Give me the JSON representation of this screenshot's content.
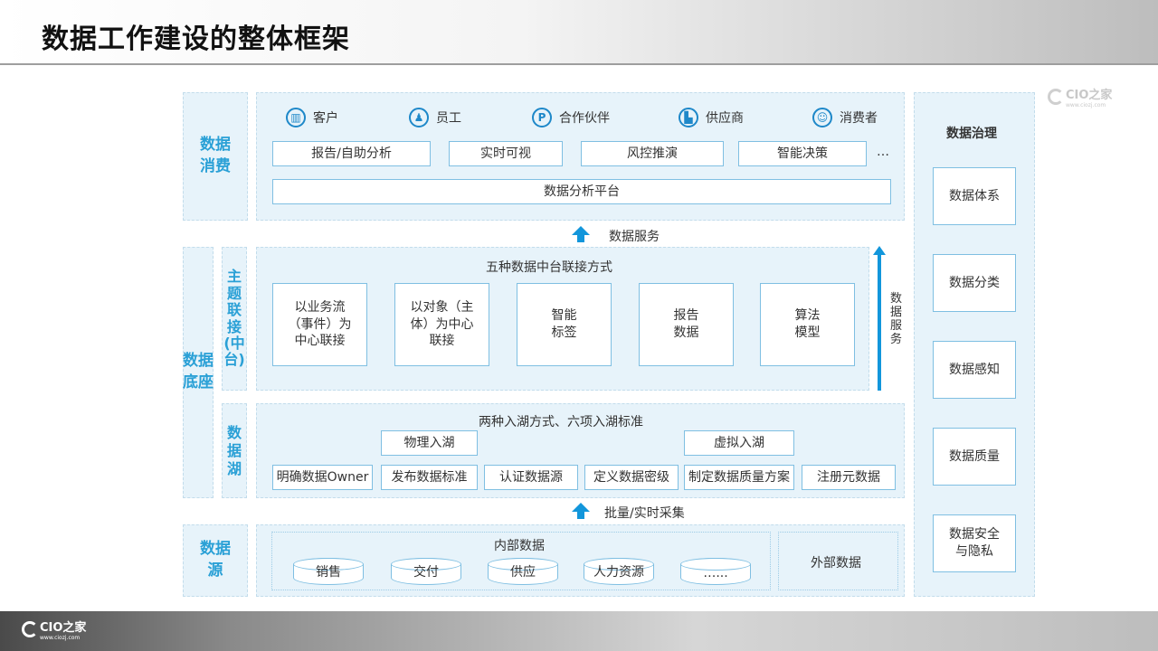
{
  "title": "数据工作建设的整体框架",
  "watermark": {
    "brand": "CIO之家",
    "url": "www.ciozj.com"
  },
  "layers": {
    "consumption": "数据\n消费",
    "base": "数据\n底座",
    "topic": "主\n题\n联\n接\n(中\n台)",
    "lake": "数\n据\n湖",
    "source": "数据\n源"
  },
  "users": [
    {
      "label": "客户",
      "icon": "building-icon"
    },
    {
      "label": "员工",
      "icon": "employee-icon"
    },
    {
      "label": "合作伙伴",
      "icon": "p-icon"
    },
    {
      "label": "供应商",
      "icon": "factory-icon"
    },
    {
      "label": "消费者",
      "icon": "people-icon"
    }
  ],
  "applications": [
    "报告/自助分析",
    "实时可视",
    "风控推演",
    "智能决策",
    "…"
  ],
  "platform": "数据分析平台",
  "service_label": "数据服务",
  "vertical_service": "数\n据\n服\n务",
  "middle": {
    "title": "五种数据中台联接方式",
    "methods": [
      "以业务流\n（事件）为\n中心联接",
      "以对象（主\n体）为中心\n联接",
      "智能\n标签",
      "报告\n数据",
      "算法\n模型"
    ]
  },
  "lake": {
    "title": "两种入湖方式、六项入湖标准",
    "ways": [
      "物理入湖",
      "虚拟入湖"
    ],
    "standards": [
      "明确数据Owner",
      "发布数据标准",
      "认证数据源",
      "定义数据密级",
      "制定数据质量方案",
      "注册元数据"
    ]
  },
  "collect_label": "批量/实时采集",
  "source": {
    "internal_title": "内部数据",
    "internal": [
      "销售",
      "交付",
      "供应",
      "人力资源",
      "…..."
    ],
    "external": "外部数据"
  },
  "governance": {
    "title": "数据治理",
    "items": [
      "数据体系",
      "数据分类",
      "数据感知",
      "数据质量",
      "数据安全\n与隐私"
    ]
  },
  "colors": {
    "accent": "#2aa0d6",
    "arrow": "#1296db",
    "panel": "#e7f3fa",
    "border": "#7fbfe2"
  }
}
